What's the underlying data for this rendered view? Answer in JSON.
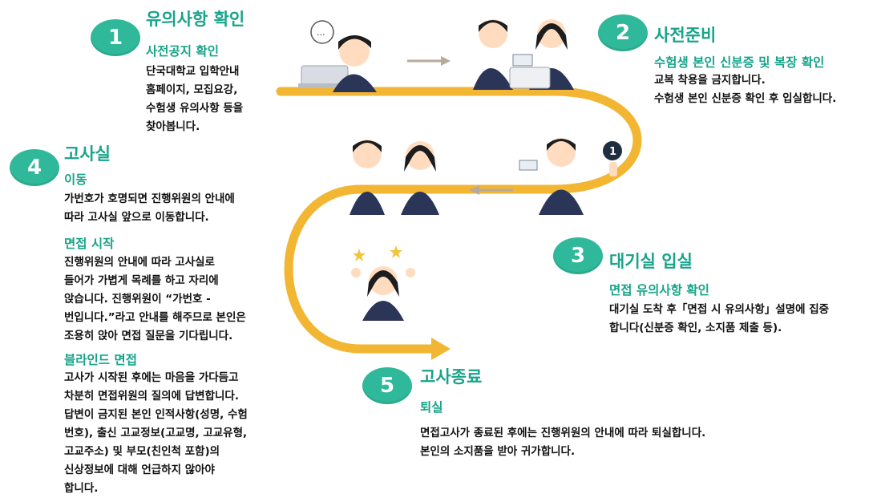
{
  "colors": {
    "accent": "#18a38a",
    "badge": "#2fb99a",
    "path": "#f2b632"
  },
  "steps": [
    {
      "number": "1",
      "title": "유의사항 확인",
      "sections": [
        {
          "subtitle": "사전공지 확인",
          "lines": [
            "단국대학교 입학안내",
            "홈페이지, 모집요강,",
            "수험생 유의사항 등을",
            "찾아봅니다."
          ]
        }
      ]
    },
    {
      "number": "2",
      "title": "사전준비",
      "sections": [
        {
          "subtitle": "수험생 본인 신분증 및 복장 확인",
          "lines": [
            "교복 착용을 금지합니다.",
            "수험생 본인 신분증 확인 후 입실합니다."
          ]
        }
      ]
    },
    {
      "number": "3",
      "title": "대기실 입실",
      "sections": [
        {
          "subtitle": "면접 유의사항 확인",
          "lines": [
            "대기실 도착 후「면접 시 유의사항」설명에 집중",
            "합니다(신분증 확인, 소지품 제출 등)."
          ]
        }
      ]
    },
    {
      "number": "4",
      "title": "고사실",
      "sections": [
        {
          "subtitle": "이동",
          "lines": [
            "가번호가 호명되면 진행위원의 안내에",
            "따라 고사실 앞으로 이동합니다."
          ]
        },
        {
          "subtitle": "면접 시작",
          "lines": [
            "진행위원의 안내에 따라 고사실로",
            "들어가 가볍게 목례를 하고 자리에",
            "앉습니다. 진행위원이 “가번호 -",
            "번입니다.”라고 안내를 해주므로 본인은",
            "조용히 앉아 면접 질문을 기다립니다."
          ]
        },
        {
          "subtitle": "블라인드 면접",
          "lines": [
            "고사가 시작된 후에는 마음을 가다듬고",
            "차분히 면접위원의 질의에 답변합니다.",
            "답변이 금지된 본인 인적사항(성명, 수험",
            "번호), 출신 고교정보(고교명, 고교유형,",
            "고교주소) 및 부모(친인척 포함)의",
            "신상정보에 대해 언급하지 않아야",
            "합니다."
          ]
        }
      ]
    },
    {
      "number": "5",
      "title": "고사종료",
      "sections": [
        {
          "subtitle": "퇴실",
          "lines": [
            "면접고사가 종료된 후에는 진행위원의 안내에 따라 퇴실합니다.",
            "본인의 소지품을 받아 귀가합니다."
          ]
        }
      ]
    }
  ],
  "illustrations": {
    "chat_bubble_text": "...",
    "pointer_badge": "1"
  }
}
